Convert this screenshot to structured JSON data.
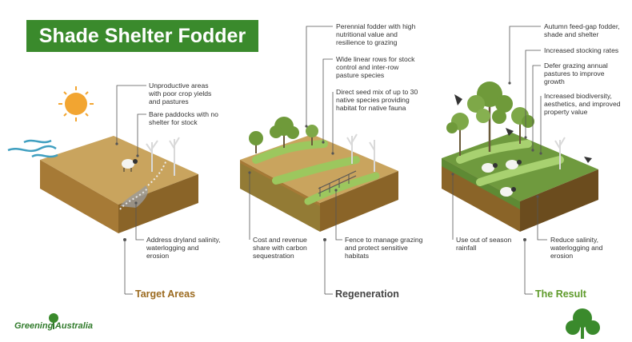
{
  "title": "Shade Shelter Fodder",
  "stages": [
    {
      "name": "Target Areas",
      "color": "#9b6a1f",
      "annotations": [
        "Unproductive areas with poor crop yields and pastures",
        "Bare paddocks with no shelter for stock",
        "Address dryland salinity, waterlogging and erosion"
      ]
    },
    {
      "name": "Regeneration",
      "color": "#444444",
      "annotations": [
        "Perennial fodder with high nutritional value and resilience to grazing",
        "Wide linear rows for stock control and inter-row pasture species",
        "Direct seed mix of up to 30 native species providing habitat for native fauna",
        "Cost and revenue share with carbon sequestration",
        "Fence to manage grazing and protect sensitive habitats"
      ]
    },
    {
      "name": "The Result",
      "color": "#5e9a2a",
      "annotations": [
        "Autumn feed-gap fodder, shade and shelter",
        "Increased stocking rates",
        "Defer grazing annual pastures to improve growth",
        "Increased biodiversity, aesthetics, and improved property value",
        "Use out of season rainfall",
        "Reduce salinity, waterlogging and erosion"
      ]
    }
  ],
  "logo": {
    "text": "Greening Australia"
  },
  "colors": {
    "brand_green": "#3a8a2c",
    "soil": "#c9a45e",
    "soil_side": "#8a6428",
    "grass": "#7da04a"
  }
}
